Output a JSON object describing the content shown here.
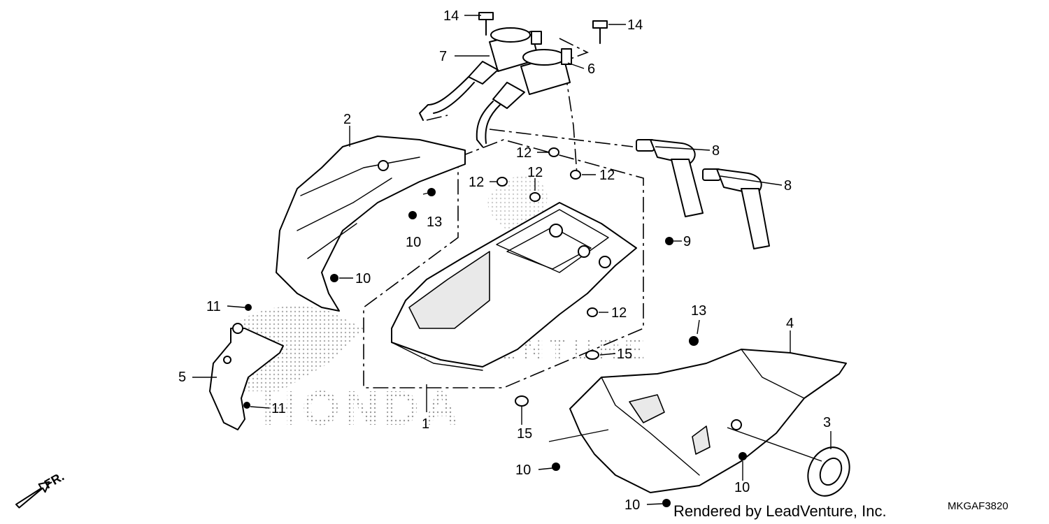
{
  "diagram": {
    "diagram_code": "MKGAF3820",
    "rendered_by": "Rendered by LeadVenture, Inc.",
    "direction_label": "FR.",
    "watermark_lower": "HONDA",
    "watermark_upper": "ADVENTURE",
    "callouts": {
      "c1": "1",
      "c2": "2",
      "c3": "3",
      "c4": "4",
      "c5": "5",
      "c6": "6",
      "c7": "7",
      "c8a": "8",
      "c8b": "8",
      "c9": "9",
      "c10a": "10",
      "c10b": "10",
      "c10c": "10",
      "c10d": "10",
      "c10e": "10",
      "c11a": "11",
      "c11b": "11",
      "c12a": "12",
      "c12b": "12",
      "c12c": "12",
      "c12d": "12",
      "c12e": "12",
      "c13a": "13",
      "c13b": "13",
      "c14a": "14",
      "c14b": "14",
      "c15a": "15",
      "c15b": "15"
    }
  }
}
